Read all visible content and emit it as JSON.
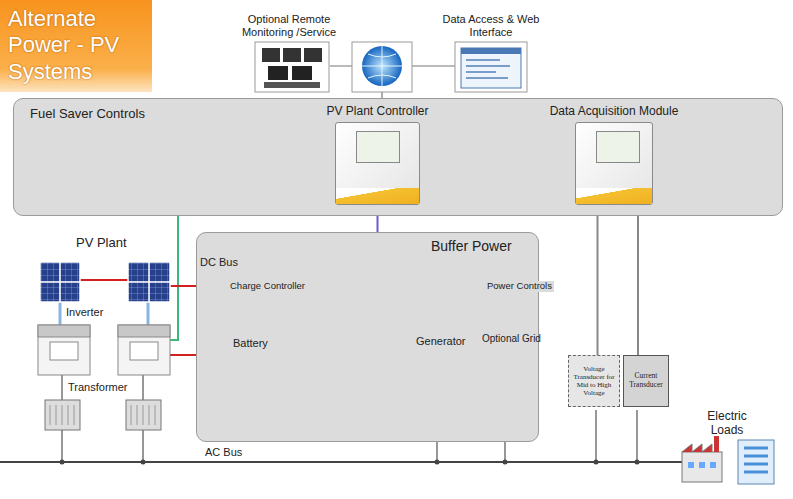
{
  "diagram": {
    "title": "Alternate Power - PV Systems",
    "nodes": [
      {
        "text": [
          "Fuel Saver Controls"
        ]
      },
      {
        "text": [
          "PV Plant Controller"
        ],
        "in": 0
      },
      {
        "text": [
          "Data Acquisition Module"
        ],
        "in": 0
      },
      {
        "text": [
          "Buffer Power"
        ]
      },
      {
        "text": [
          "Voltage Transducer for Mid to High Voltage"
        ]
      },
      {
        "text": [
          "Current Transducer"
        ]
      }
    ],
    "edges": [
      {
        "from": 1,
        "to": 2,
        "arrow": "none"
      },
      {
        "from": 1,
        "to": 3,
        "arrow": "none"
      },
      {
        "from": 2,
        "to": 4,
        "arrow": "none"
      },
      {
        "from": 2,
        "to": 5,
        "arrow": "none"
      }
    ],
    "labels": [
      "Optional Remote Monitoring /Service",
      "Data Access & Web Interface",
      "PV Plant",
      "DC Bus",
      "Charge Controller",
      "Inverter",
      "Battery",
      "Generator",
      "Power Controls",
      "Optional Grid",
      "Transformer",
      "AC Bus",
      "Electric Loads"
    ]
  }
}
